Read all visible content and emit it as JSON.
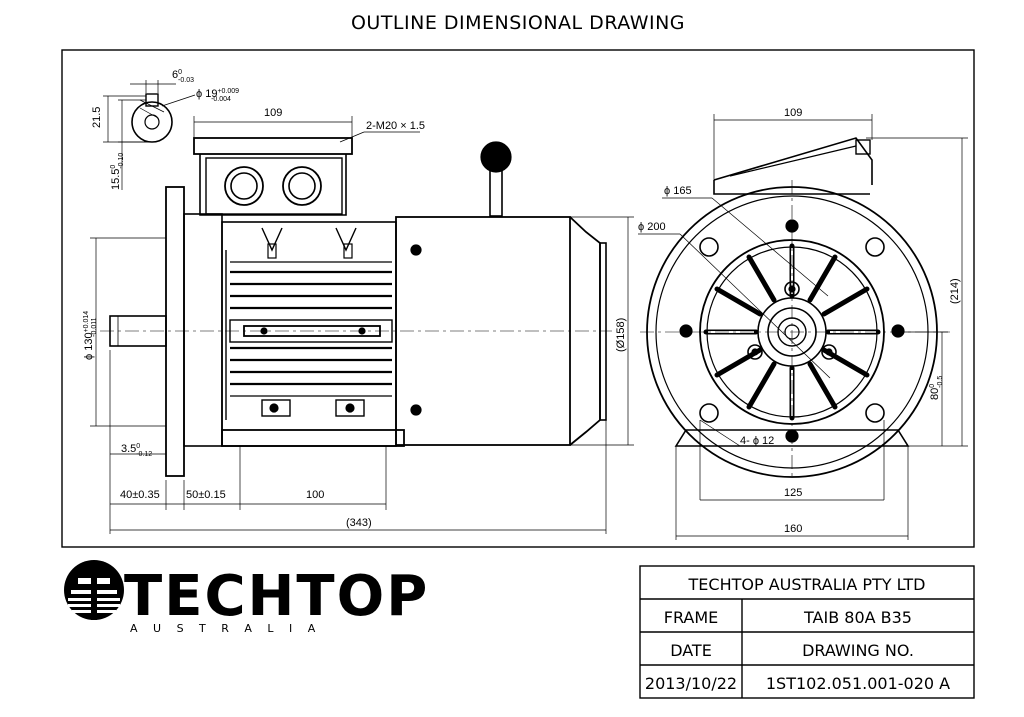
{
  "drawing": {
    "title": "OUTLINE DIMENSIONAL DRAWING"
  },
  "key_detail": {
    "key_width": "6",
    "key_width_tol": "0",
    "key_width_tol_low": "-0.03",
    "shaft_dia": "ϕ 19",
    "shaft_dia_tol_high": "+0.009",
    "shaft_dia_tol_low": "-0.004",
    "key_height": "21.5",
    "key_depth": "15.5",
    "key_depth_tol_high": "0",
    "key_depth_tol_low": "-0.10"
  },
  "side_view": {
    "terminal_box_width": "109",
    "cable_entries": "2-M20 × 1.5",
    "spigot_dia": "ϕ 130",
    "spigot_tol_high": "+0.014",
    "spigot_tol_low": "-0.011",
    "frame_dia": "(Ø158)",
    "flange_thickness": "3.5",
    "flange_thickness_tol_high": "0",
    "flange_thickness_tol_low": "-0.12",
    "shaft_length": "40±0.35",
    "shaft_to_foot": "50±0.15",
    "foot_spacing": "100",
    "overall_length": "(343)"
  },
  "end_view": {
    "terminal_box_width": "109",
    "pcd": "ϕ 165",
    "flange_dia": "ϕ 200",
    "overall_height": "(214)",
    "shaft_height": "80",
    "shaft_height_tol_high": "0",
    "shaft_height_tol_low": "-0.5",
    "flange_holes": "4- ϕ 12",
    "foot_hole_spacing": "125",
    "foot_width": "160"
  },
  "logo": {
    "brand": "TECHTOP",
    "tagline": "A U S T R A L I A"
  },
  "title_block": {
    "company": "TECHTOP AUSTRALIA PTY LTD",
    "frame_label": "FRAME",
    "frame_value": "TAIB 80A B35",
    "date_label": "DATE",
    "drawing_no_label": "DRAWING NO.",
    "date_value": "2013/10/22",
    "drawing_no_value": "1ST102.051.001-020 A"
  }
}
